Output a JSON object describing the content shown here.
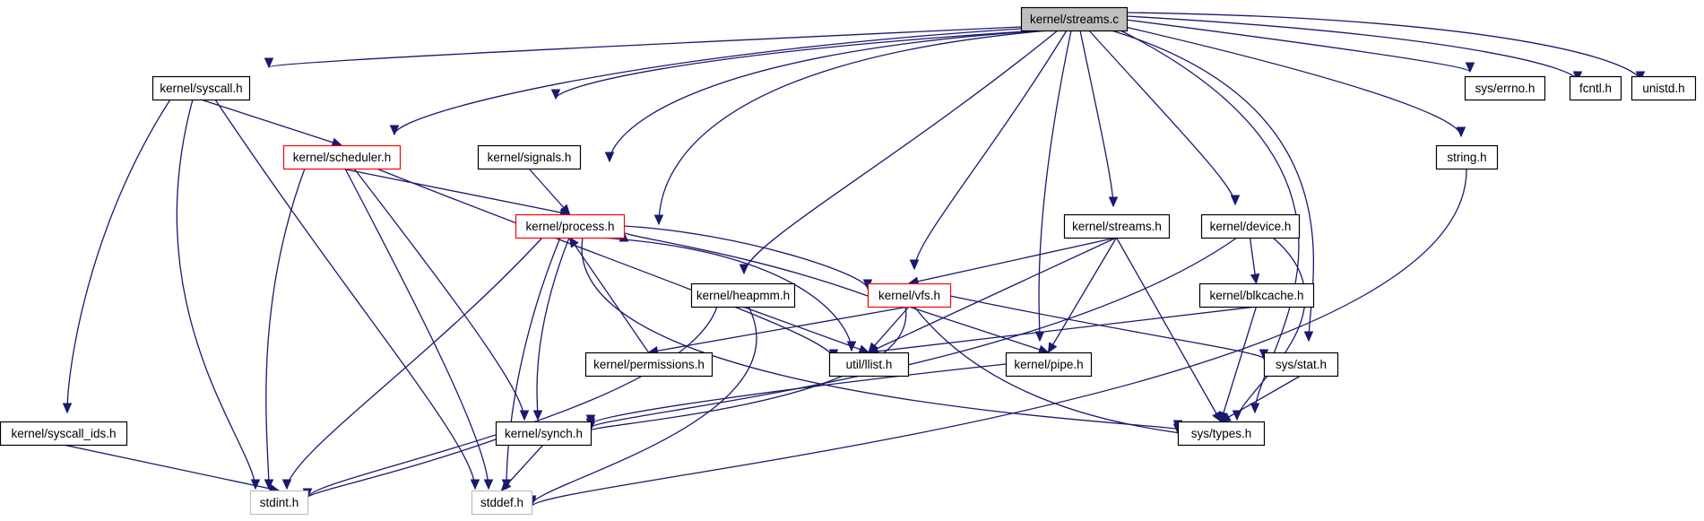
{
  "nodes": [
    {
      "id": "streams_c",
      "label": "kernel/streams.c",
      "kind": "root"
    },
    {
      "id": "syscall_h",
      "label": "kernel/syscall.h",
      "kind": "normal"
    },
    {
      "id": "scheduler_h",
      "label": "kernel/scheduler.h",
      "kind": "red"
    },
    {
      "id": "signals_h",
      "label": "kernel/signals.h",
      "kind": "normal"
    },
    {
      "id": "process_h",
      "label": "kernel/process.h",
      "kind": "red"
    },
    {
      "id": "heapmm_h",
      "label": "kernel/heapmm.h",
      "kind": "normal"
    },
    {
      "id": "vfs_h",
      "label": "kernel/vfs.h",
      "kind": "red"
    },
    {
      "id": "streams_h",
      "label": "kernel/streams.h",
      "kind": "normal"
    },
    {
      "id": "device_h",
      "label": "kernel/device.h",
      "kind": "normal"
    },
    {
      "id": "blkcache_h",
      "label": "kernel/blkcache.h",
      "kind": "normal"
    },
    {
      "id": "permissions_h",
      "label": "kernel/permissions.h",
      "kind": "normal"
    },
    {
      "id": "llist_h",
      "label": "util/llist.h",
      "kind": "normal"
    },
    {
      "id": "pipe_h",
      "label": "kernel/pipe.h",
      "kind": "normal"
    },
    {
      "id": "stat_h",
      "label": "sys/stat.h",
      "kind": "normal"
    },
    {
      "id": "synch_h",
      "label": "kernel/synch.h",
      "kind": "normal"
    },
    {
      "id": "types_h",
      "label": "sys/types.h",
      "kind": "normal"
    },
    {
      "id": "syscall_ids_h",
      "label": "kernel/syscall_ids.h",
      "kind": "normal"
    },
    {
      "id": "stdint_h",
      "label": "stdint.h",
      "kind": "gray"
    },
    {
      "id": "stddef_h",
      "label": "stddef.h",
      "kind": "gray"
    },
    {
      "id": "errno_h",
      "label": "sys/errno.h",
      "kind": "normal"
    },
    {
      "id": "fcntl_h",
      "label": "fcntl.h",
      "kind": "normal"
    },
    {
      "id": "unistd_h",
      "label": "unistd.h",
      "kind": "normal"
    },
    {
      "id": "string_h",
      "label": "string.h",
      "kind": "normal"
    }
  ],
  "edges": [
    {
      "from": "streams_c",
      "to": "syscall_h"
    },
    {
      "from": "streams_c",
      "to": "scheduler_h"
    },
    {
      "from": "streams_c",
      "to": "signals_h"
    },
    {
      "from": "streams_c",
      "to": "process_h"
    },
    {
      "from": "streams_c",
      "to": "permissions_h"
    },
    {
      "from": "streams_c",
      "to": "heapmm_h"
    },
    {
      "from": "streams_c",
      "to": "vfs_h"
    },
    {
      "from": "streams_c",
      "to": "pipe_h"
    },
    {
      "from": "streams_c",
      "to": "streams_h"
    },
    {
      "from": "streams_c",
      "to": "device_h"
    },
    {
      "from": "streams_c",
      "to": "stat_h"
    },
    {
      "from": "streams_c",
      "to": "types_h"
    },
    {
      "from": "streams_c",
      "to": "string_h"
    },
    {
      "from": "streams_c",
      "to": "errno_h"
    },
    {
      "from": "streams_c",
      "to": "fcntl_h"
    },
    {
      "from": "streams_c",
      "to": "unistd_h"
    },
    {
      "from": "syscall_h",
      "to": "scheduler_h"
    },
    {
      "from": "syscall_h",
      "to": "syscall_ids_h"
    },
    {
      "from": "syscall_h",
      "to": "stdint_h"
    },
    {
      "from": "syscall_h",
      "to": "stddef_h"
    },
    {
      "from": "scheduler_h",
      "to": "process_h"
    },
    {
      "from": "scheduler_h",
      "to": "llist_h"
    },
    {
      "from": "scheduler_h",
      "to": "synch_h"
    },
    {
      "from": "scheduler_h",
      "to": "stdint_h"
    },
    {
      "from": "scheduler_h",
      "to": "stddef_h"
    },
    {
      "from": "signals_h",
      "to": "process_h"
    },
    {
      "from": "process_h",
      "to": "vfs_h"
    },
    {
      "from": "process_h",
      "to": "llist_h"
    },
    {
      "from": "process_h",
      "to": "synch_h"
    },
    {
      "from": "process_h",
      "to": "types_h"
    },
    {
      "from": "process_h",
      "to": "stdint_h"
    },
    {
      "from": "process_h",
      "to": "stddef_h"
    },
    {
      "from": "vfs_h",
      "to": "process_h"
    },
    {
      "from": "vfs_h",
      "to": "permissions_h"
    },
    {
      "from": "vfs_h",
      "to": "llist_h"
    },
    {
      "from": "vfs_h",
      "to": "pipe_h"
    },
    {
      "from": "vfs_h",
      "to": "stat_h"
    },
    {
      "from": "vfs_h",
      "to": "synch_h"
    },
    {
      "from": "vfs_h",
      "to": "types_h"
    },
    {
      "from": "permissions_h",
      "to": "process_h"
    },
    {
      "from": "heapmm_h",
      "to": "llist_h"
    },
    {
      "from": "heapmm_h",
      "to": "stdint_h"
    },
    {
      "from": "heapmm_h",
      "to": "stddef_h"
    },
    {
      "from": "streams_h",
      "to": "vfs_h"
    },
    {
      "from": "streams_h",
      "to": "llist_h"
    },
    {
      "from": "streams_h",
      "to": "pipe_h"
    },
    {
      "from": "streams_h",
      "to": "types_h"
    },
    {
      "from": "device_h",
      "to": "blkcache_h"
    },
    {
      "from": "device_h",
      "to": "synch_h"
    },
    {
      "from": "device_h",
      "to": "types_h"
    },
    {
      "from": "blkcache_h",
      "to": "llist_h"
    },
    {
      "from": "blkcache_h",
      "to": "types_h"
    },
    {
      "from": "pipe_h",
      "to": "synch_h"
    },
    {
      "from": "stat_h",
      "to": "types_h"
    },
    {
      "from": "synch_h",
      "to": "stdint_h"
    },
    {
      "from": "synch_h",
      "to": "stddef_h"
    },
    {
      "from": "syscall_ids_h",
      "to": "stdint_h"
    },
    {
      "from": "string_h",
      "to": "stddef_h"
    }
  ]
}
